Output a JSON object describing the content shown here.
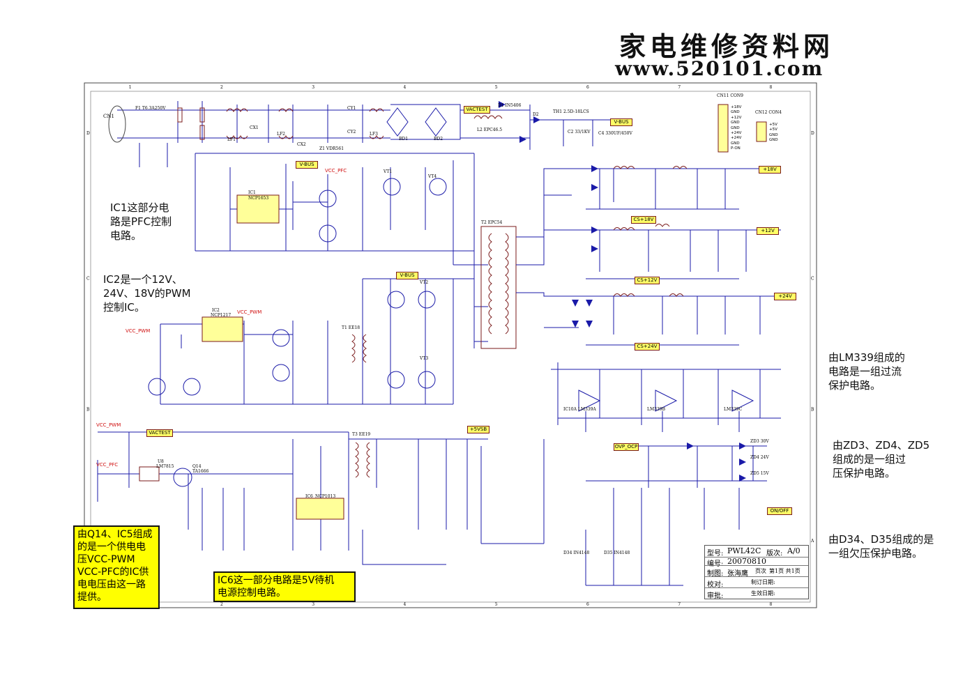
{
  "watermark": {
    "title_cn": "家电维修资料网",
    "url": "www.520101.com"
  },
  "notes": {
    "ic1": "IC1这部分电\n路是PFC控制\n电路。",
    "ic2": "IC2是一个12V、\n24V、18V的PWM\n控制IC。",
    "lm339": "由LM339组成的\n电路是一组过流\n保护电路。",
    "zd": "由ZD3、ZD4、ZD5\n组成的是一组过\n压保护电路。",
    "d34": "由D34、D35组成的是\n一组欠压保护电路。",
    "q14": "由Q14、IC5组成\n的是一个供电电\n压VCC-PWM\nVCC-PFC的IC供\n电电压由这一路\n提供。",
    "ic6": "IC6这一部分电路是5V待机\n电源控制电路。"
  },
  "title_block": {
    "model_label": "型号:",
    "model": "PWL42C",
    "version_label": "版次:",
    "version": "A/0",
    "number_label": "编号:",
    "number": "20070810",
    "drawn_label": "制图:",
    "drawn_by": "张海鹰",
    "page_label": "页次",
    "page": "第1页 共1页",
    "check_label": "校对:",
    "draw_date_label": "制订日期:",
    "approve_label": "审批:",
    "effective_label": "生效日期:"
  },
  "rails": {
    "v_bus": "V-BUS",
    "vactest": "VACTEST",
    "p18v": "+18V",
    "p12v": "+12V",
    "p24v": "+24V",
    "p5vsb": "+5VSB",
    "vcc_pfc": "VCC_PFC",
    "vcc_pwm": "VCC_PWM",
    "ovp_ocp": "OVP_OCP",
    "on_off": "ON/OFF",
    "cs18": "CS+18V",
    "cs12": "CS+12V",
    "cs24": "CS+24V"
  },
  "parts": {
    "cn1": "CN1",
    "f1": "F1 T6.3A250V",
    "lf1": "LF1",
    "lf2": "LF2",
    "lf3": "LF3",
    "cx1": "CX1",
    "cx2": "CX2",
    "cy1": "CY1",
    "cy2": "CY2",
    "z1": "Z1 VDR561",
    "bd1": "BD1",
    "bd2": "BD2",
    "d1": "D1 IN5406",
    "d2": "D2",
    "l2": "L2 EPC46.5",
    "th1": "TH1 2.5D-18LCS",
    "c2": "C2 33/1KV",
    "c4": "C4 330UF/450V",
    "ic1": "IC1",
    "ic1_name": "NCP1653",
    "ic2": "IC2",
    "ic2_name": "NCP1217",
    "ic6": "IC6",
    "ic6_name": "NCP1013",
    "u8": "U8",
    "u8_name": "LM7815",
    "q14": "Q14",
    "q14_name": "TA1666",
    "t1": "T1 EE18",
    "t2": "T2 EPC54",
    "t3": "T3 EE19",
    "vt1": "VT1",
    "vt4": "VT4",
    "vt2": "VT2",
    "vt3": "VT3",
    "ic10a": "IC10A LM339A",
    "ic10b": "LM339B",
    "ic10c": "LM339C",
    "zd3": "ZD3 30V",
    "zd4": "ZD4 24V",
    "zd5": "ZD5 15V",
    "d34": "D34 IN4148",
    "d35": "D35 IN4148",
    "cn11": "CN11 CON9",
    "cn12": "CN12 CON4",
    "cn11_pins": [
      "+18V",
      "GND",
      "+12V",
      "GND",
      "GND",
      "+24V",
      "+24V",
      "GND",
      "P-ON"
    ],
    "cn12_pins": [
      "+5V",
      "+5V",
      "GND",
      "GND"
    ]
  },
  "ruler": {
    "cols": [
      "1",
      "2",
      "3",
      "4",
      "5",
      "6",
      "7",
      "8"
    ],
    "rows": [
      "D",
      "C",
      "B",
      "A"
    ]
  },
  "colors": {
    "wire": "#1a1aa8",
    "component": "#7a1a1a",
    "net_label": "#ffff66",
    "red_text": "#d01010",
    "note_box": "#ffff00"
  }
}
